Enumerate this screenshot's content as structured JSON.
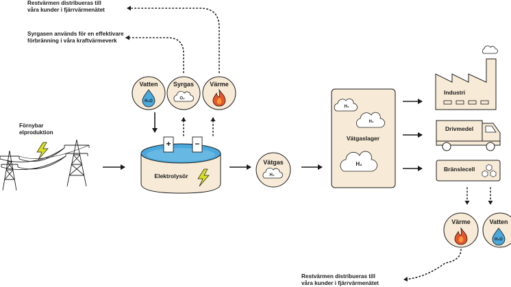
{
  "colors": {
    "cream": "#f7ead6",
    "cream_dark": "#f3e1c4",
    "water_blue": "#4aa8dc",
    "flame_red": "#e8552b",
    "flame_orange": "#f39a3a",
    "bolt_yellow": "#d9e021",
    "outline": "#1a1a1a",
    "cloud": "#ffffff"
  },
  "notes": {
    "heat_top_1": "Restvärmen distribueras till",
    "heat_top_2": "våra kunder i fjärrvärmenätet",
    "oxygen_1": "Syrgasen används för en effektivare",
    "oxygen_2": "förbränning i våra kraftvärmeverk",
    "heat_bottom_1": "Restvärmen distribueras till",
    "heat_bottom_2": "våra kunder i fjärrvärmenätet"
  },
  "source": {
    "label_1": "Förnybar",
    "label_2": "elproduktion"
  },
  "electrolyser": {
    "inputs": [
      {
        "label": "Vatten",
        "icon": "water-drop-icon",
        "chem": "H₂O"
      },
      {
        "label": "Syrgas",
        "icon": "cloud-icon",
        "chem": "O₂"
      },
      {
        "label": "Värme",
        "icon": "flame-icon"
      }
    ],
    "plus": "+",
    "minus": "−",
    "label": "Elektrolysör"
  },
  "hydrogen": {
    "label": "Vätgas",
    "chem": "H₂"
  },
  "storage": {
    "label": "Vätgaslager",
    "chem": "H₂"
  },
  "uses": {
    "industry": "Industri",
    "fuel": "Drivmedel",
    "fuel_cell": "Bränslecell"
  },
  "fuel_cell_outputs": [
    {
      "label": "Värme",
      "icon": "flame-icon"
    },
    {
      "label": "Vatten",
      "icon": "water-drop-icon",
      "chem": "H₂O"
    }
  ]
}
